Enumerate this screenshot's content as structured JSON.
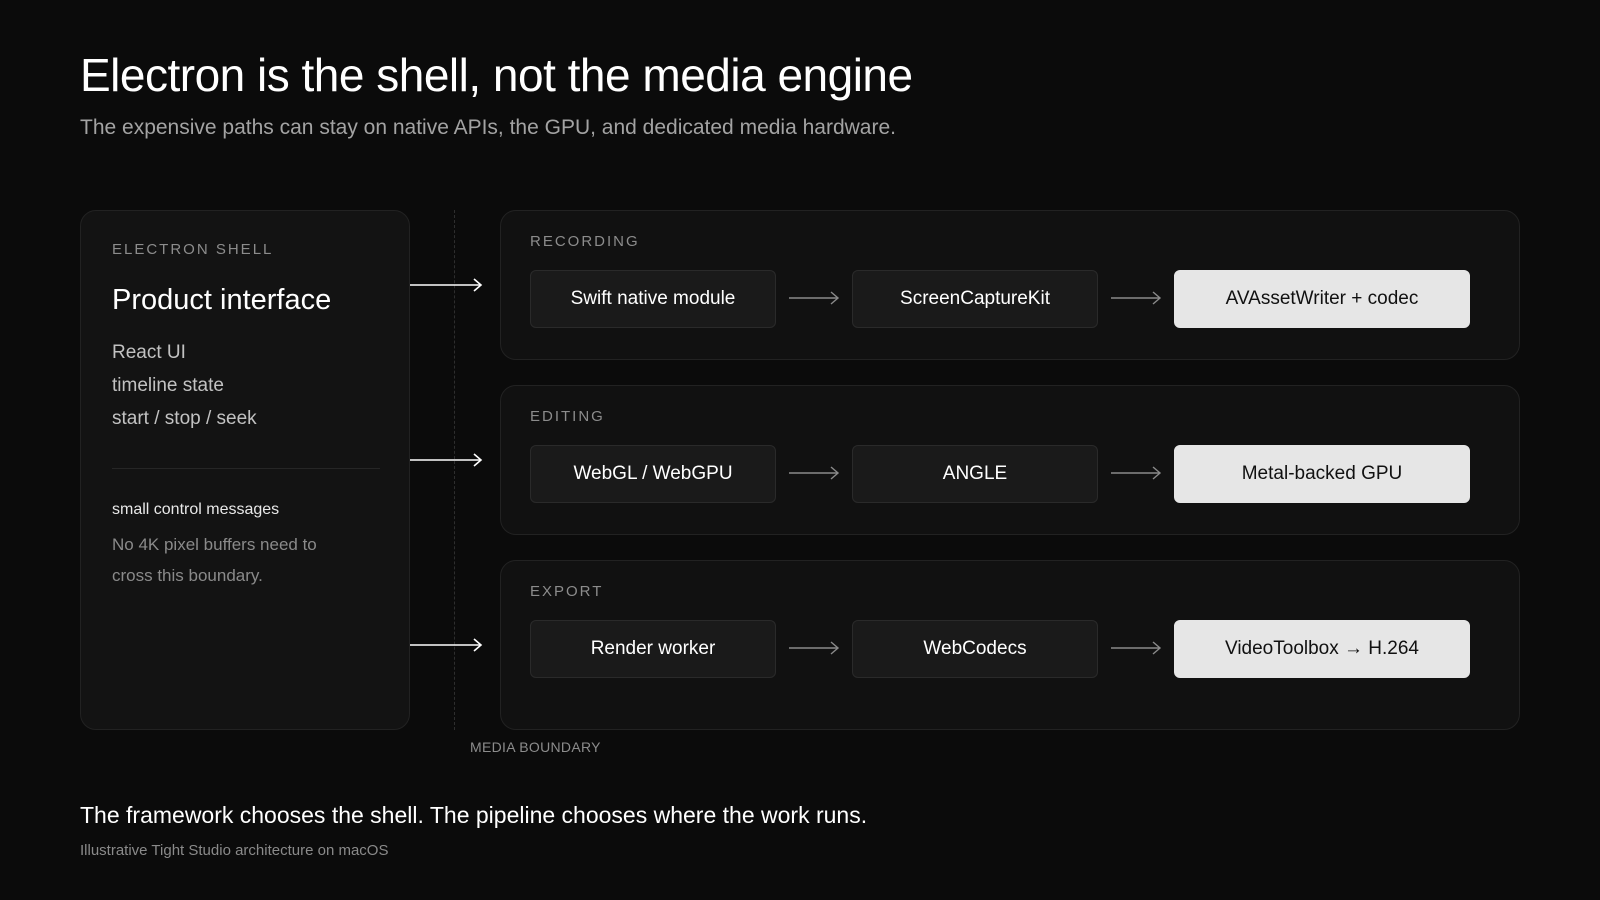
{
  "title": "Electron is the shell, not the media engine",
  "subtitle": "The expensive paths can stay on native APIs, the GPU, and dedicated media hardware.",
  "shell": {
    "label": "ELECTRON SHELL",
    "heading": "Product interface",
    "items": [
      "React UI",
      "timeline state",
      "start / stop / seek"
    ],
    "note_title": "small control messages",
    "note_body": "No 4K pixel buffers need to cross this boundary."
  },
  "boundary_label": "MEDIA BOUNDARY",
  "groups": [
    {
      "label": "RECORDING",
      "nodes": [
        "Swift native module",
        "ScreenCaptureKit",
        "AVAssetWriter + codec"
      ]
    },
    {
      "label": "EDITING",
      "nodes": [
        "WebGL / WebGPU",
        "ANGLE",
        "Metal-backed GPU"
      ]
    },
    {
      "label": "EXPORT",
      "nodes": [
        "Render worker",
        "WebCodecs",
        "VideoToolbox → H.264"
      ]
    }
  ],
  "footer": {
    "main": "The framework chooses the shell. The pipeline chooses where the work runs.",
    "sub": "Illustrative Tight Studio architecture on macOS"
  },
  "colors": {
    "background": "#0b0b0b",
    "card": "#131313",
    "node": "#1a1a1a",
    "highlight_node": "#e6e6e6",
    "muted_text": "#8c8c8c"
  }
}
